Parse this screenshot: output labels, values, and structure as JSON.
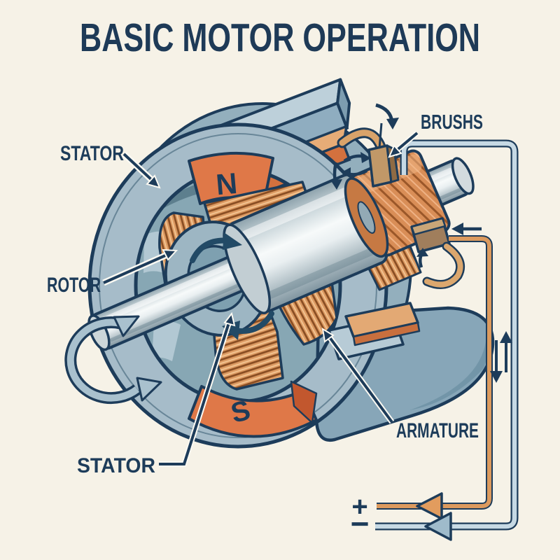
{
  "title": "BASIC MOTOR OPERATION",
  "labels": {
    "stator_top": "STATOR",
    "rotor": "ROTOR",
    "brushes": "BRUSHS",
    "armature": "ARMATURE",
    "stator_bottom": "STATOR"
  },
  "poles": {
    "north": "N",
    "south": "S"
  },
  "terminals": {
    "positive": "+",
    "negative": "−"
  },
  "colors": {
    "background": "#f6f2e7",
    "ink_navy": "#1d3c5a",
    "steel_blue": "#a6bcc9",
    "steel_blue_dark": "#7ea0b0",
    "cavity_shadow": "#5d7f8e",
    "copper": "#dd9b63",
    "copper_dark": "#8a4e23",
    "magnet_orange": "#df7848",
    "brush_tan": "#c19868",
    "wire_blue_fill": "#c6d9e4",
    "wire_orange_fill": "#dc9a5e",
    "shaft_metal": "#e9eff1"
  }
}
